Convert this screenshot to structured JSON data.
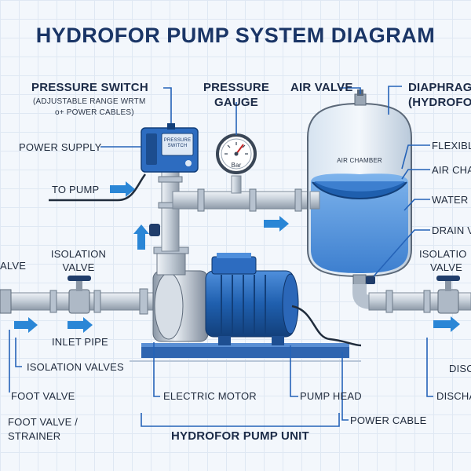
{
  "title": "HYDROFOR PUMP SYSTEM DIAGRAM",
  "labels": {
    "pressure_switch": "PRESSURE SWITCH",
    "pressure_switch_sub1": "(ADJUSTABLE RANGE WRTM",
    "pressure_switch_sub2": "o+ POWER CABLES)",
    "pressure_gauge_1": "PRESSURE",
    "pressure_gauge_2": "GAUGE",
    "air_valve": "AIR VALVE",
    "diaphragm_1": "DIAPHRAG",
    "diaphragm_2": "(HYDROFO",
    "power_supply": "POWER SUPPLY",
    "to_pump": "TO PUMP",
    "flexible": "FLEXIBL",
    "air_chamber_side": "AIR CHA",
    "water_chamber": "WATER C",
    "drain_valve": "DRAIN V",
    "isolation_valve_right_1": "ISOLATIO",
    "isolation_valve_right_2": "VALVE",
    "valve_left": "ALVE",
    "isolation_valve_left_1": "ISOLATION",
    "isolation_valve_left_2": "VALVE",
    "inlet_pipe": "INLET PIPE",
    "isolation_valves": "ISOLATION VALVES",
    "foot_valve": "FOOT VALVE",
    "foot_valve_strainer_1": "FOOT VALVE /",
    "foot_valve_strainer_2": "STRAINER",
    "electric_motor": "ELECTRIC MOTOR",
    "pump_head": "PUMP HEAD",
    "power_cable": "POWER CABLE",
    "hydrofor_pump_unit": "HYDROFOR PUMP UNIT",
    "disc": "DISC",
    "discha": "DISCHA"
  },
  "device_text": {
    "switch_line1": "PRESSURE",
    "switch_line2": "SWITCH",
    "gauge_unit": "Bar",
    "tank_air_chamber": "AIR CHAMBER"
  },
  "colors": {
    "pipe": "#c9d2dc",
    "pump_blue": "#1f5fae",
    "water": "#5b9be0",
    "arrow": "#2a86d6",
    "leader": "#2563b8"
  }
}
